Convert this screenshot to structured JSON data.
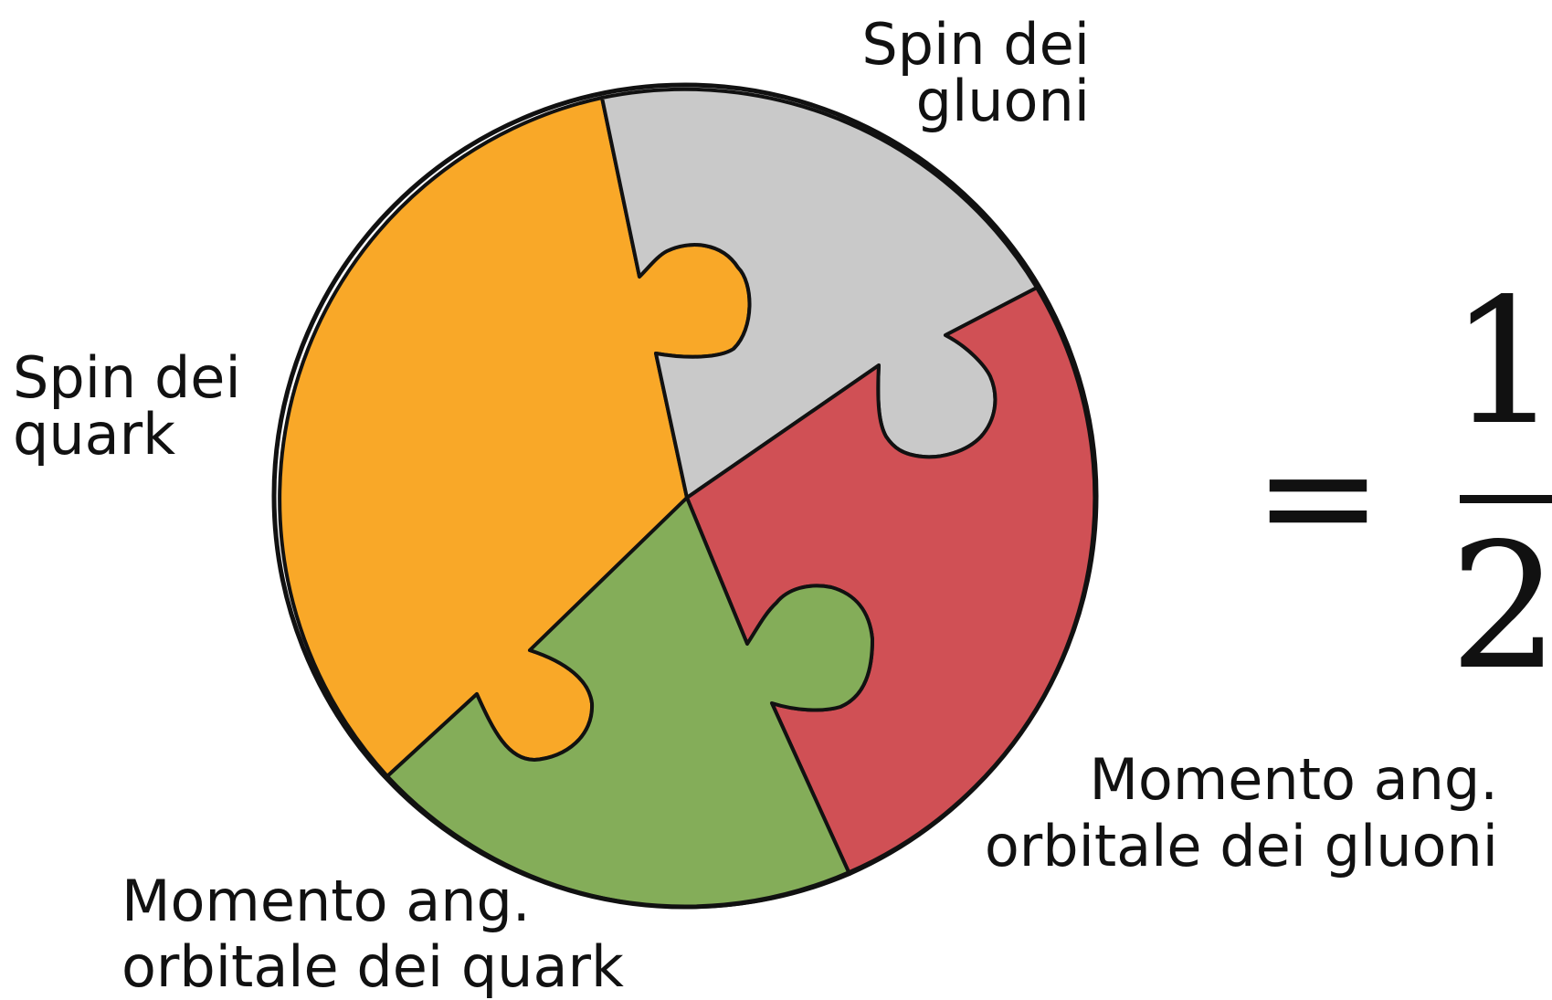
{
  "labels": {
    "spin_gluoni": [
      "Spin dei",
      "gluoni"
    ],
    "spin_quark": [
      "Spin dei",
      "quark"
    ],
    "momento_gluoni": [
      "Momento ang.",
      "orbitale dei gluoni"
    ],
    "momento_quark": [
      "Momento ang.",
      "orbitale dei quark"
    ]
  },
  "equation": {
    "equals": "=",
    "numerator": "1",
    "denominator": "2"
  },
  "colors": {
    "spin_quark": "#F9A828",
    "spin_gluoni": "#C9C9C9",
    "momento_gluoni": "#D05055",
    "momento_quark": "#84AD59",
    "outline": "#111111"
  }
}
